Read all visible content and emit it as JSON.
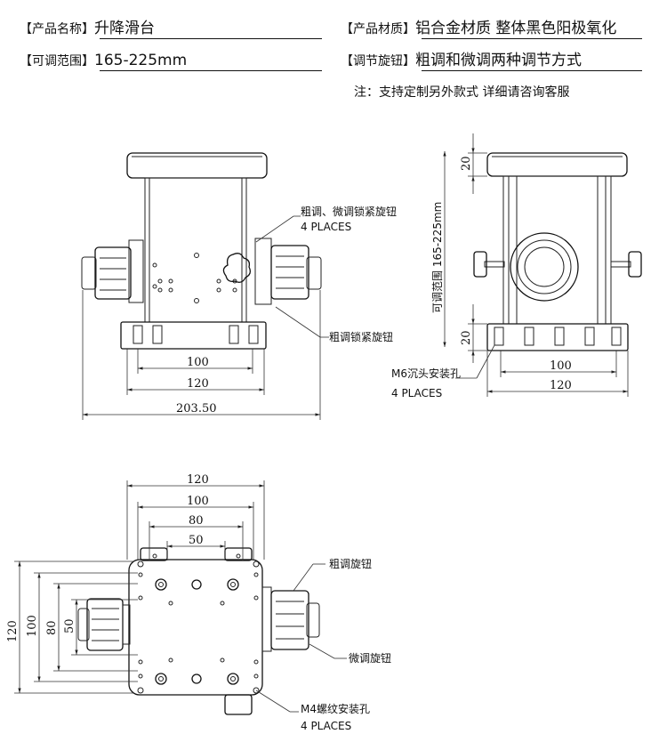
{
  "specs": {
    "name_key": "【产品名称】",
    "name_val": "升降滑台",
    "material_key": "【产品材质】",
    "material_val": "铝合金材质 整体黑色阳极氧化",
    "range_key": "【可调范围】",
    "range_val": "165-225mm",
    "knob_key": "【调节旋钮】",
    "knob_val": "粗调和微调两种调节方式"
  },
  "note": "注：支持定制另外款式 详细请咨询客服",
  "front_view": {
    "callout_lock": "粗调、微调锁紧旋钮",
    "callout_lock_places": "4 PLACES",
    "callout_coarse_lock": "粗调锁紧旋钮",
    "dim_100": "100",
    "dim_120": "120",
    "dim_203": "203.50"
  },
  "side_view": {
    "dim_top": "20",
    "dim_range": "可调范围 165-225mm",
    "dim_bottom": "20",
    "callout_hole": "M6沉头安装孔",
    "callout_hole_places": "4 PLACES",
    "dim_100": "100",
    "dim_120": "120"
  },
  "top_view": {
    "dim_120": "120",
    "dim_100": "100",
    "dim_80": "80",
    "dim_50": "50",
    "vdim_120": "120",
    "vdim_100": "100",
    "vdim_80": "80",
    "vdim_50": "50",
    "callout_coarse": "粗调旋钮",
    "callout_fine": "微调旋钮",
    "callout_hole": "M4螺纹安装孔",
    "callout_hole_places": "4 PLACES"
  }
}
